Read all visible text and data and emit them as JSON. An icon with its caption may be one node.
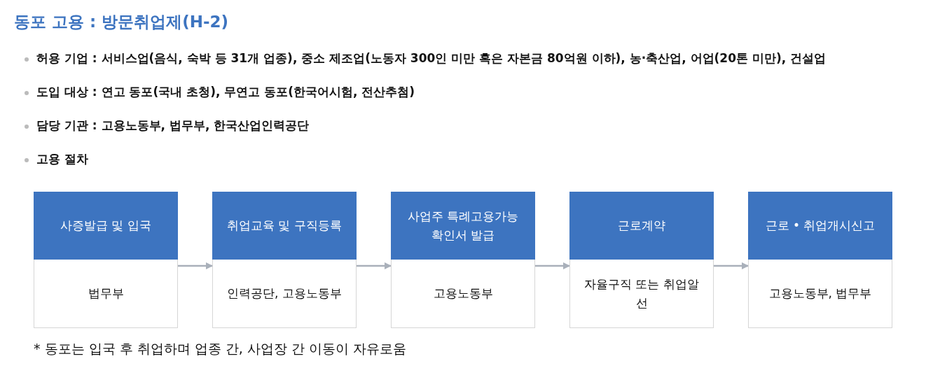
{
  "diagram": {
    "title": "동포 고용 : 방문취업제(H-2)",
    "nodes": [
      {
        "text": [
          "사증발급 및 입국",
          "법무부"
        ]
      },
      {
        "text": [
          "취업교육 및 구직등록",
          "인력공단, 고용노동부"
        ]
      },
      {
        "text": [
          "사업주 특례고용가능 확인서 발급",
          "고용노동부"
        ]
      },
      {
        "text": [
          "근로계약",
          "자율구직 또는 취업알선"
        ]
      },
      {
        "text": [
          "근로 • 취업개시신고",
          "고용노동부, 법무부"
        ]
      }
    ],
    "edges": [
      {
        "from": 0,
        "to": 1,
        "arrow": "to"
      },
      {
        "from": 1,
        "to": 2,
        "arrow": "to"
      },
      {
        "from": 2,
        "to": 3,
        "arrow": "to"
      },
      {
        "from": 3,
        "to": 4,
        "arrow": "to"
      }
    ],
    "labels": [
      "허용 기업 : 서비스업(음식, 숙박 등 31개 업종), 중소 제조업(노동자 300인 미만 혹은 자본금 80억원 이하), 농·축산업, 어업(20톤 미만), 건설업",
      "도입 대상 : 연고 동포(국내 초청), 무연고 동포(한국어시험, 전산추첨)",
      "담당 기관 : 고용노동부, 법무부, 한국산업인력공단",
      "고용 절차",
      "* 동포는 입국 후 취업하며 업종 간, 사업장 간 이동이 자유로움"
    ]
  }
}
